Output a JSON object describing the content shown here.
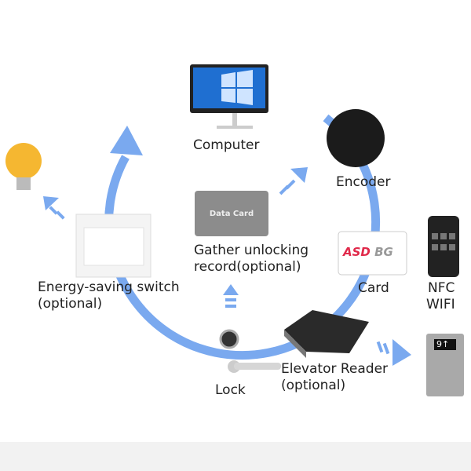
{
  "labels": {
    "computer": "Computer",
    "encoder": "Encoder",
    "card": "Card",
    "nfc": "NFC",
    "wifi": "WIFI",
    "gather_line1": "Gather unlocking",
    "gather_line2": "record(optional)",
    "energy_line1": "Energy-saving switch",
    "energy_line2": "(optional)",
    "lock": "Lock",
    "elevator_line1": "Elevator Reader",
    "elevator_line2": "(optional)"
  },
  "images": {
    "data_card_text": "Data Card",
    "card_brand_text": "ASD",
    "card_brand_suffix": "BG",
    "elevator_display": "9↑"
  },
  "colors": {
    "arrow": "#6fa3ef",
    "brand": "#e0294a"
  }
}
